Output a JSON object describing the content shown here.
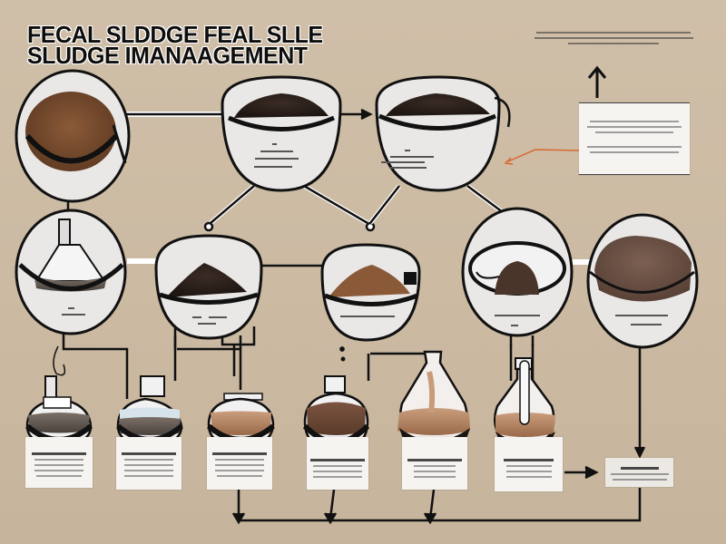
{
  "title": {
    "line1": "FECAL SLDDGE FEAL SLLE",
    "line2": "SLUDGE IMANAAGEMENT"
  },
  "top_note": {
    "text": "Illegible caption text describing the process output"
  },
  "info_box": {
    "text": "Illegible paragraph text (two blocks)"
  },
  "colors": {
    "background": "#cdbca6",
    "outline": "#111111",
    "vessel_fill": "#e9e8e6",
    "sludge_brown": "#7a4a2c",
    "sludge_dark": "#2e211b",
    "liquid_tan": "#b88c6a",
    "arrow_orange": "#d8652a",
    "card": "#f6f4f1"
  },
  "stages": {
    "top_row": [
      {
        "id": "raw-sludge",
        "content": "brown sludge"
      },
      {
        "id": "dewatering-bowl-1",
        "content": "dark sludge"
      },
      {
        "id": "dewatering-bowl-2",
        "content": "dark sludge"
      }
    ],
    "middle_row": [
      {
        "id": "flask-vessel",
        "content": "liquid in flask"
      },
      {
        "id": "bowl-dark",
        "content": "dark sludge pile"
      },
      {
        "id": "bowl-brown",
        "content": "brown sludge pile"
      },
      {
        "id": "bowl-mound",
        "content": "dark mound"
      },
      {
        "id": "bowl-dried",
        "content": "dried sludge"
      }
    ],
    "bottom_row": [
      {
        "id": "flask-1",
        "content": "grey liquid"
      },
      {
        "id": "flask-2",
        "content": "grey liquid"
      },
      {
        "id": "flask-3",
        "content": "tan liquid"
      },
      {
        "id": "flask-4",
        "content": "brown liquid"
      },
      {
        "id": "flask-5",
        "content": "brown liquid with plume"
      },
      {
        "id": "flask-6",
        "content": "tan liquid with tube"
      }
    ],
    "final_output": {
      "id": "output-card",
      "content": "result label"
    }
  }
}
